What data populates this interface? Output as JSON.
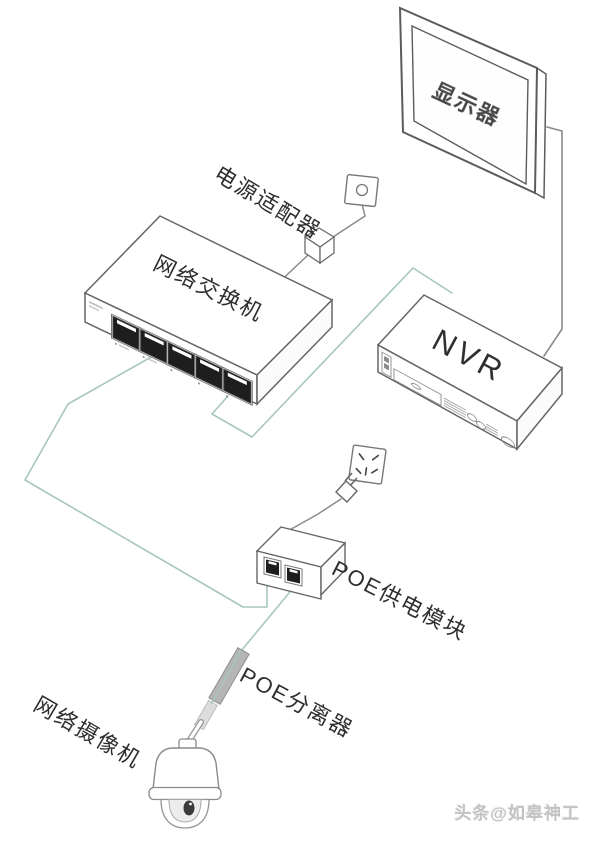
{
  "watermark": {
    "text": "头条@如皋神工"
  },
  "diagram": {
    "nodes": {
      "monitor": {
        "label": "显示器"
      },
      "power_adapter": {
        "label": "电源适配器"
      },
      "switch": {
        "label": "网络交换机"
      },
      "nvr": {
        "label": "NVR"
      },
      "poe_injector": {
        "label": "POE供电模块"
      },
      "poe_splitter": {
        "label": "POE分离器"
      },
      "camera": {
        "label": "网络摄像机"
      }
    },
    "colors": {
      "cable_teal": "#a8c6bd",
      "cable_gray": "#8a8a8a",
      "outline": "#666666",
      "port_fill": "#1e1e1e",
      "splitter_fill": "#b5b5b5",
      "watermark": "#c2c2c2"
    }
  }
}
